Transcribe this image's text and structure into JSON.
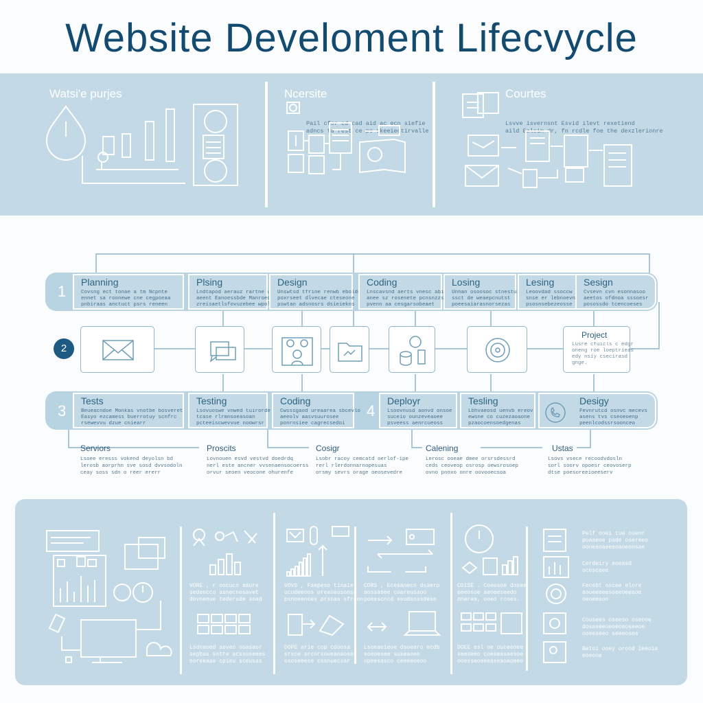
{
  "title": "Website Develoment Lifecvycle",
  "top_panels": [
    {
      "title": "Watsi'e purjes",
      "text": []
    },
    {
      "title": "Ncersite",
      "text": [
        "Pail cfor ed cad aid ac ecn siefie",
        "adncs fa rest ce pe ckeeiectirvalle"
      ]
    },
    {
      "title": "Courtes",
      "text": [
        "Lsvve isvernsnt Esvid ilevt rexetiend",
        "aild Ealsin dr, fn rcdle foe the dexzlerionre"
      ]
    }
  ],
  "top_row": [
    {
      "num": "1",
      "title": "Planning",
      "text": [
        "Covsng ect tonae a tm Ncpnte",
        "ennet sa roonewe cne cegpoeaa",
        "pnbiraas anctuct psrs reneen"
      ]
    },
    {
      "title": "Plsing",
      "text": [
        "Lndtapod aerauz rartne uvigs",
        "aeent Eanoessbde Manroeddt",
        "zreisaetlsfovuzebee wpoliae"
      ]
    },
    {
      "title": "Design",
      "text": [
        "Unswtsd tfrine renwb ebolde",
        "poxrseet dlvecae cteseone",
        "pswtan adsnosrs dsieiekns"
      ]
    },
    {
      "title": "Coding",
      "text": [
        "Lnscavsnd aerts vnesc abidig",
        "anee sz rosenete pcnsnzzs",
        "pvenn aa cesgarsobeaet"
      ]
    },
    {
      "title": "Losing",
      "text": [
        "Unnan osoosoc stnestuio",
        "ssct de weaepcnutst",
        "poeesaiarasnorsezas"
      ]
    },
    {
      "title": "Lesing",
      "text": [
        "Leoovdad ssoccw sovesd",
        "snse er lebnoevnsons",
        "psosnsebezeosse eros"
      ]
    },
    {
      "title": "Sesign",
      "text": [
        "Cvsevn cvn esonnasoo",
        "aeetos ofdnoa sssoesr",
        "posossdo tcencoeses"
      ]
    }
  ],
  "second_row": {
    "num": "2",
    "project_title": "Project",
    "project_text": [
      "Lusre cfuicls c edgr",
      "oneng roe loeptrieas",
      "edy nsiy csecirasd",
      "gnge."
    ]
  },
  "third_row": [
    {
      "num": "3",
      "title": "Tests",
      "text": [
        "Beueacndoe Monkas vnotbe bosveret",
        "Easyo ezcamess buerrotuy scnfrc",
        "rsewevvu dzue cniearr"
      ]
    },
    {
      "title": "Testing",
      "text": [
        "Lsovuoswe vnwed tuirorde",
        "tcase rlrmnsoeasoan",
        "pcteeiscwevvue noowrsr"
      ]
    },
    {
      "title": "Coding",
      "text": [
        "Cwsssgaod ureaarea sbcevlo",
        "aeeolv aasvsuurosee",
        "ponrnsiee cagrecsedoi"
      ]
    },
    {
      "num": "4",
      "title": "Deployr",
      "text": [
        "Lsoovnusd aonvd onsoe",
        "suceio ounzeveaoee",
        "psveess aenrcueoss"
      ]
    },
    {
      "title": "Tesling",
      "text": [
        "Lbhvaeosd uenvb ereov",
        "ewsne co cuzezaoaone",
        "pzaocoensoedgenas"
      ]
    },
    {
      "title": "Desigy",
      "text": [
        "Fevnrutcd osnvc mecevs",
        "asens tvs cseoeoenp",
        "peenlcodssrsoonceo"
      ]
    }
  ],
  "bottom_labels": [
    {
      "label": "Serviors",
      "text": [
        "Lsoee eresss vokend deyolsn bd",
        "lerosb aorprhn sve sosd dvvsodoln",
        "ceay soss sdn o reer ererr"
      ]
    },
    {
      "label": "Proscits",
      "text": [
        "Lovnouen esvd vestvd doedrdq",
        "nerl este ancner vvsenaensocoerss",
        "orvur seoen veocone ohurenfe"
      ]
    },
    {
      "label": "Cosigr",
      "text": [
        "Lsobr racoy cemcatd oerlof-ipe",
        "rerl rlerdonnarnopesuas",
        "orsmy sevrs orage oeosevedre"
      ]
    },
    {
      "label": "Calening",
      "text": [
        "Lerosc ooeae dmee orsrsdessrd",
        "ceds ceoveop osrosp oewsrosoep",
        "ovno pnoxo onre oovooecsoa"
      ]
    },
    {
      "label": "Ustas",
      "text": [
        "Lsovs vsece recoodvdosln",
        "sorl soorv opoesr ceovoserp",
        "dtse poesoreeioeeserv"
      ]
    }
  ],
  "bottom_columns": [
    {
      "texts": []
    },
    {
      "texts": [
        [
          "VORE , r oocuco aaure",
          "sedencco asnecnesavet",
          "dovnenue tedersde soad"
        ],
        [
          "Lsdnaoed aeveo ooasaor",
          "sepbus sotre acssuseees",
          "ooreeaae cpieu sceusas"
        ]
      ]
    },
    {
      "texts": [
        [
          "VOVS , Faepeso tinaie",
          "ucudeeoos ureaoausonse",
          "psnoeenoes prsnas sfreon"
        ],
        [
          "DOPE arie cop cdoosa",
          "srsoe arcorsoueaoaosas",
          "ososeeese cssnuecsar"
        ]
      ]
    },
    {
      "texts": [
        [
          "CORS , Ecesaneco dsaerp",
          "aossasee coareusaoo",
          "poeescncd seudsnssdese"
        ],
        [
          "Lsoeaeieoe dsoearo ecdb",
          "soeoesee suseaoee",
          "opeesasco ceeeeoeoo"
        ]
      ]
    },
    {
      "texts": [
        [
          "COISE . Coeesoe dosee",
          "eeeosoe aeoeeseedo",
          "onerea, ooeo rcoes."
        ],
        [
          "DOEE esl oe ouceeoee",
          "seeseeo coeseasaesoe",
          "ooesseoeeeaseaoaoeeo"
        ]
      ]
    },
    {
      "texts": [
        [
          "Pelf ooei tue ouenr",
          "poaaeoe pade osereeo",
          "oonesoaeeeoaoeoosae"
        ],
        [
          "Cerdeiry eoeasd",
          "ocesceee"
        ],
        [
          "Fecebt oscee elore",
          "aoueeeeesoeeoeeaoe",
          "oeoeesoo"
        ],
        [
          "Cousees oseeso oseooe",
          "dosaseeoeoeoaoseeoe",
          "ooeeseeo seeeosos"
        ],
        [
          "Betoi ooey orood ieeoie",
          "eoeooe"
        ]
      ]
    }
  ],
  "colors": {
    "title": "#124a70",
    "band": "#c3dae6",
    "cell": "#c3dae6",
    "accent": "#1d5a82",
    "line": "#8db4ca"
  }
}
